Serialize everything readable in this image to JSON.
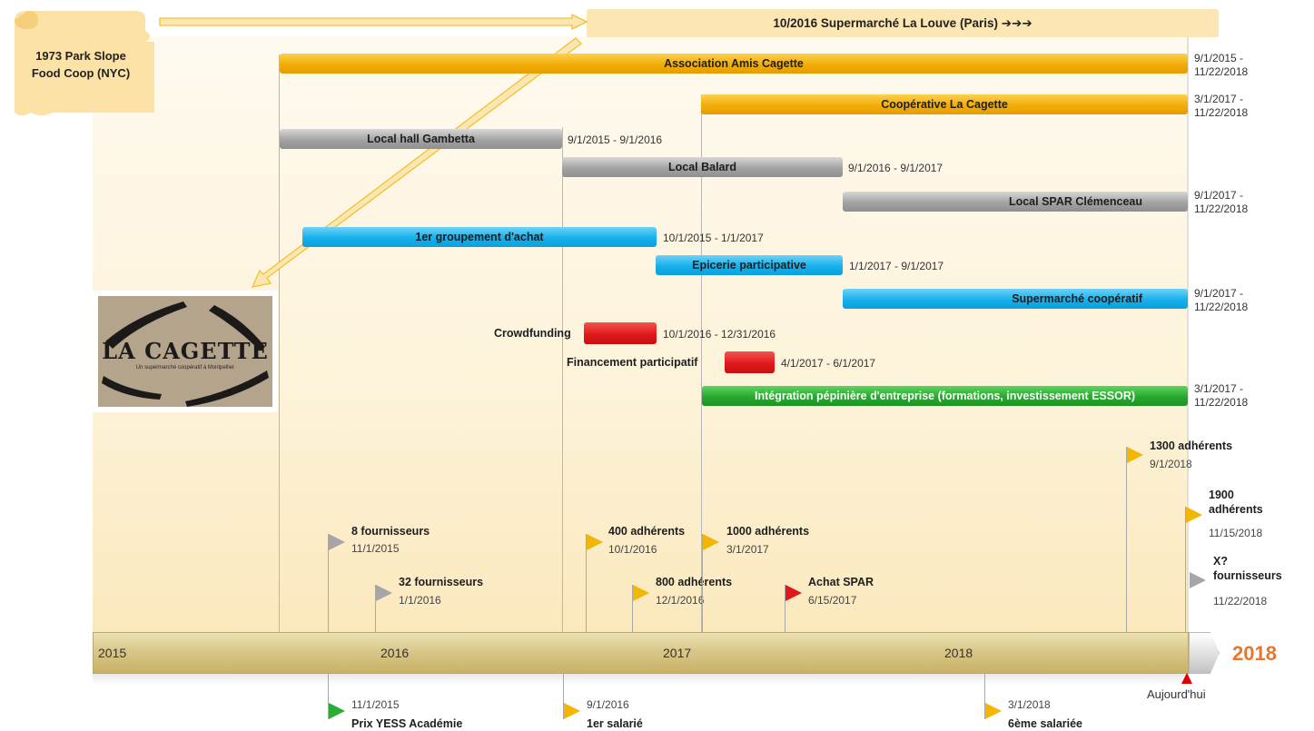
{
  "top_banner": "10/2016 Supermarché La Louve (Paris) ➔➔➔",
  "scroll_label": [
    "1973 Park Slope",
    "Food Coop (NYC)"
  ],
  "logo": {
    "title": "LA CAGETTE",
    "subtitle": "Un supermarché coopératif à Montpellier"
  },
  "bars": [
    {
      "label": "Association Amis Cagette",
      "dates": [
        "9/1/2015 -",
        "11/22/2018"
      ],
      "color": "orange"
    },
    {
      "label": "Coopérative La Cagette",
      "dates": [
        "3/1/2017 -",
        "11/22/2018"
      ],
      "color": "orange"
    },
    {
      "label": "Local hall Gambetta",
      "dates": [
        "9/1/2015 - 9/1/2016"
      ],
      "color": "gray"
    },
    {
      "label": "Local Balard",
      "dates": [
        "9/1/2016 - 9/1/2017"
      ],
      "color": "gray"
    },
    {
      "label": "Local SPAR Clémenceau",
      "dates": [
        "9/1/2017 -",
        "11/22/2018"
      ],
      "color": "gray"
    },
    {
      "label": "1er groupement d'achat",
      "dates": [
        "10/1/2015 - 1/1/2017"
      ],
      "color": "blue"
    },
    {
      "label": "Epicerie participative",
      "dates": [
        "1/1/2017 - 9/1/2017"
      ],
      "color": "blue"
    },
    {
      "label": "Supermarché coopératif",
      "dates": [
        "9/1/2017 -",
        "11/22/2018"
      ],
      "color": "blue"
    },
    {
      "label": "Crowdfunding",
      "dates": [
        "10/1/2016 - 12/31/2016"
      ],
      "color": "red"
    },
    {
      "label": "Financement participatif",
      "dates": [
        "4/1/2017 - 6/1/2017"
      ],
      "color": "red"
    },
    {
      "label": "Intégration pépinière d'entreprise (formations, investissement ESSOR)",
      "dates": [
        "3/1/2017 -",
        "11/22/2018"
      ],
      "color": "green"
    }
  ],
  "milestones_above": [
    {
      "title": [
        "8 fournisseurs"
      ],
      "date": "11/1/2015",
      "color": "#a6a6a6"
    },
    {
      "title": [
        "32 fournisseurs"
      ],
      "date": "1/1/2016",
      "color": "#a6a6a6"
    },
    {
      "title": [
        "400 adhérents"
      ],
      "date": "10/1/2016",
      "color": "#f2b705"
    },
    {
      "title": [
        "800 adhérents"
      ],
      "date": "12/1/2016",
      "color": "#f2b705"
    },
    {
      "title": [
        "1000 adhérents"
      ],
      "date": "3/1/2017",
      "color": "#f2b705"
    },
    {
      "title": [
        "Achat SPAR"
      ],
      "date": "6/15/2017",
      "color": "#e01a1a"
    },
    {
      "title": [
        "1300 adhérents"
      ],
      "date": "9/1/2018",
      "color": "#f2b705"
    },
    {
      "title": [
        "1900",
        "adhérents"
      ],
      "date": "11/15/2018",
      "color": "#f2b705"
    },
    {
      "title": [
        "X?",
        "fournisseurs"
      ],
      "date": "11/22/2018",
      "color": "#a6a6a6"
    }
  ],
  "milestones_below": [
    {
      "title": "Prix YESS Académie",
      "date": "11/1/2015",
      "color": "#2eab35"
    },
    {
      "title": "1er salarié",
      "date": "9/1/2016",
      "color": "#f2b705"
    },
    {
      "title": "6ème salariée",
      "date": "3/1/2018",
      "color": "#f2b705"
    }
  ],
  "axis": {
    "years": [
      "2015",
      "2016",
      "2017",
      "2018"
    ],
    "current_year": "2018"
  },
  "today_label": "Aujourd'hui"
}
